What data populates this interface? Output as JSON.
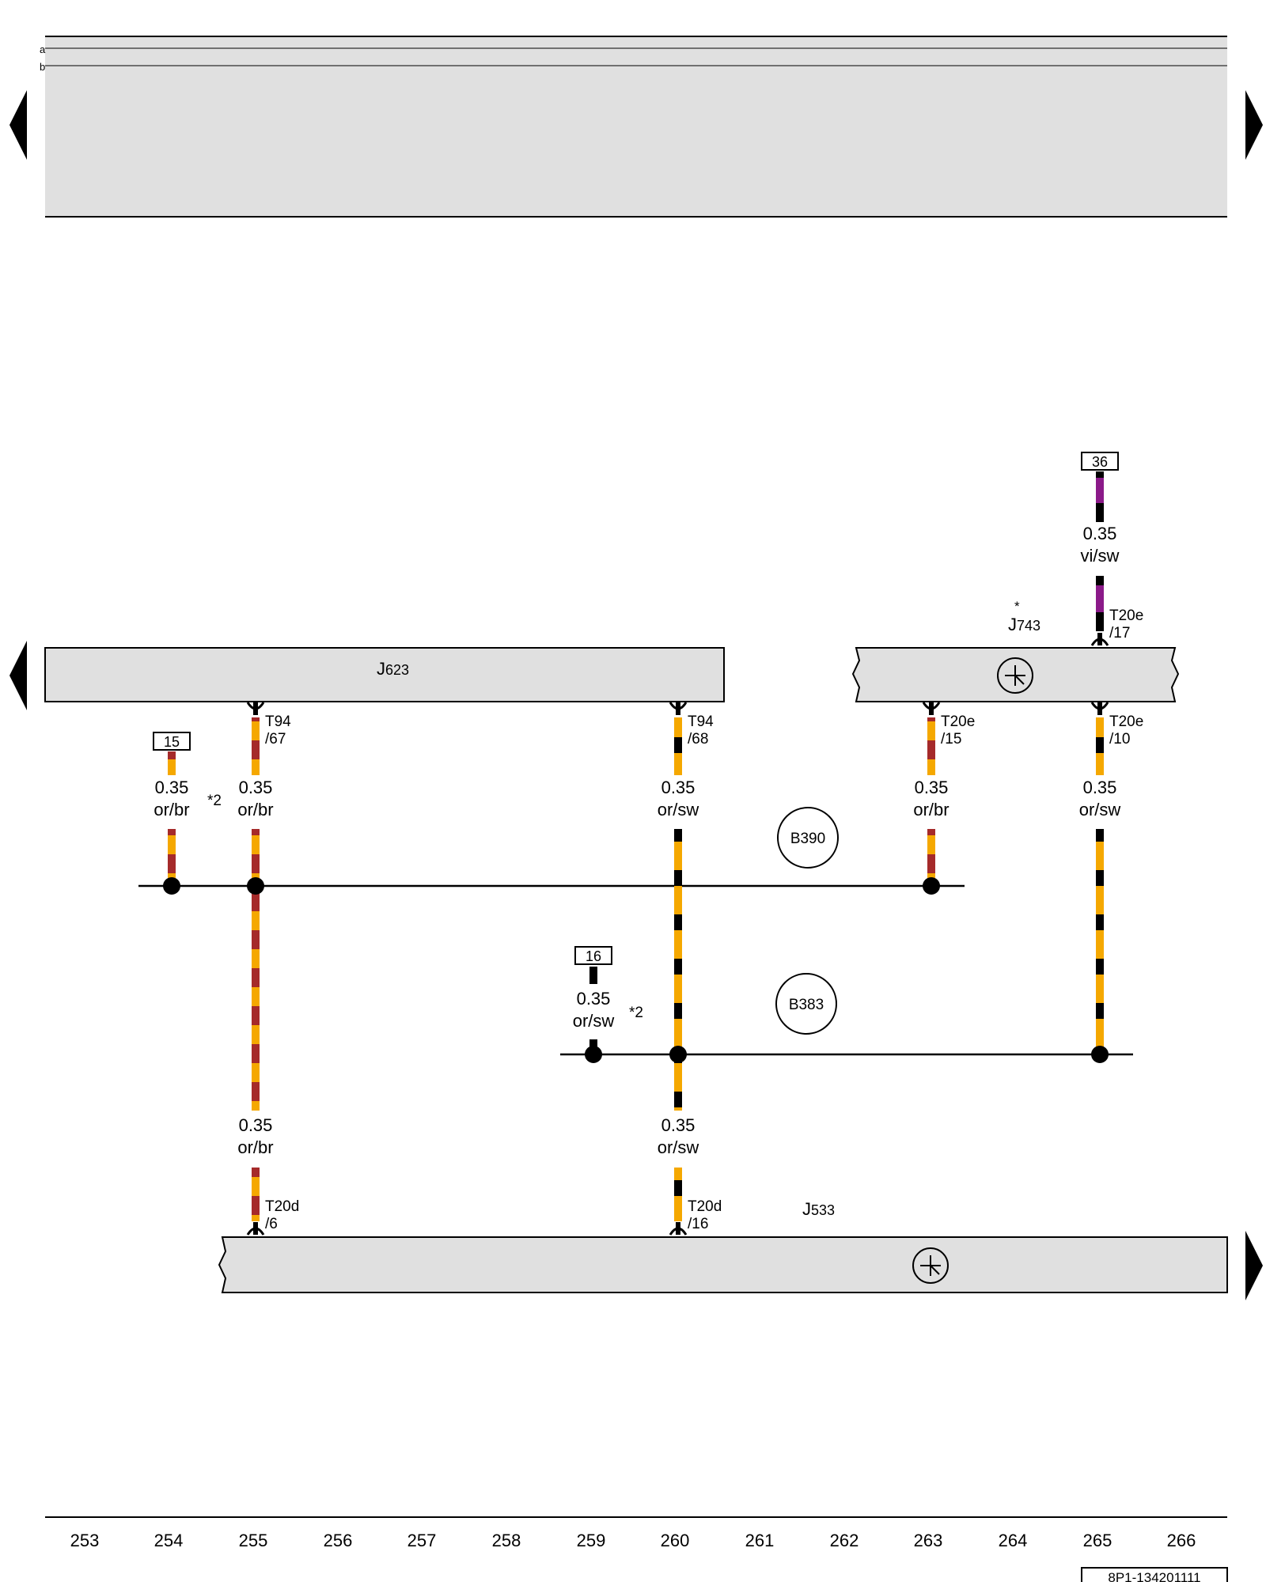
{
  "header": {
    "row_a": "a",
    "row_b": "b"
  },
  "components": {
    "J623": {
      "letter": "J",
      "number": "623"
    },
    "J743": {
      "letter": "J",
      "number": "743",
      "asterisk": "*"
    },
    "J533": {
      "letter": "J",
      "number": "533"
    }
  },
  "pins": {
    "t94_67": {
      "line1": "T94",
      "line2": "/67"
    },
    "t94_68": {
      "line1": "T94",
      "line2": "/68"
    },
    "t20e_15": {
      "line1": "T20e",
      "line2": "/15"
    },
    "t20e_10": {
      "line1": "T20e",
      "line2": "/10"
    },
    "t20e_17": {
      "line1": "T20e",
      "line2": "/17"
    },
    "t20d_6": {
      "line1": "T20d",
      "line2": "/6"
    },
    "t20d_16": {
      "line1": "T20d",
      "line2": "/16"
    }
  },
  "refs": {
    "r15": "15",
    "r16": "16",
    "r36": "36"
  },
  "notes": {
    "note_a": "*2",
    "note_b": "*2"
  },
  "buses": {
    "b390": "B390",
    "b383": "B383"
  },
  "wires": {
    "w_254": {
      "gauge": "0.35",
      "color": "or/br"
    },
    "w_255_top": {
      "gauge": "0.35",
      "color": "or/br"
    },
    "w_260_top": {
      "gauge": "0.35",
      "color": "or/sw"
    },
    "w_263": {
      "gauge": "0.35",
      "color": "or/br"
    },
    "w_265_bot": {
      "gauge": "0.35",
      "color": "or/sw"
    },
    "w_265_top": {
      "gauge": "0.35",
      "color": "vi/sw"
    },
    "w_259": {
      "gauge": "0.35",
      "color": "or/sw"
    },
    "w_255_bot": {
      "gauge": "0.35",
      "color": "or/br"
    },
    "w_260_bot": {
      "gauge": "0.35",
      "color": "or/sw"
    }
  },
  "column_numbers": [
    "253",
    "254",
    "255",
    "256",
    "257",
    "258",
    "259",
    "260",
    "261",
    "262",
    "263",
    "264",
    "265",
    "266"
  ],
  "diagram_id": "8P1-134201111",
  "colors": {
    "or": "#f5a800",
    "br": "#a52a2a",
    "sw": "#000000",
    "vi": "#8b1a89",
    "panel": "#e0e0e0"
  }
}
